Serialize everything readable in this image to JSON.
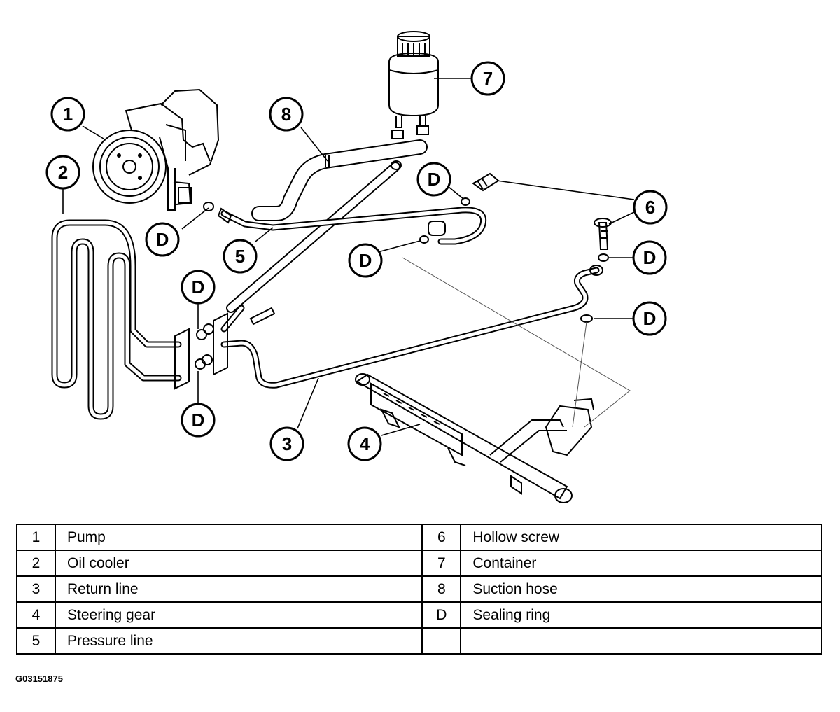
{
  "callouts": {
    "c1": "1",
    "c2": "2",
    "c3": "3",
    "c4": "4",
    "c5": "5",
    "c6": "6",
    "c7": "7",
    "c8": "8",
    "d1": "D",
    "d2": "D",
    "d3": "D",
    "d4": "D",
    "d5": "D",
    "d6": "D",
    "d7": "D"
  },
  "legend": {
    "rows": [
      {
        "left_num": "1",
        "left_desc": "Pump",
        "right_num": "6",
        "right_desc": "Hollow screw"
      },
      {
        "left_num": "2",
        "left_desc": "Oil cooler",
        "right_num": "7",
        "right_desc": "Container"
      },
      {
        "left_num": "3",
        "left_desc": "Return line",
        "right_num": "8",
        "right_desc": "Suction hose"
      },
      {
        "left_num": "4",
        "left_desc": "Steering gear",
        "right_num": "D",
        "right_desc": "Sealing ring"
      },
      {
        "left_num": "5",
        "left_desc": "Pressure line",
        "right_num": "",
        "right_desc": ""
      }
    ]
  },
  "figure_id": "G03151875"
}
